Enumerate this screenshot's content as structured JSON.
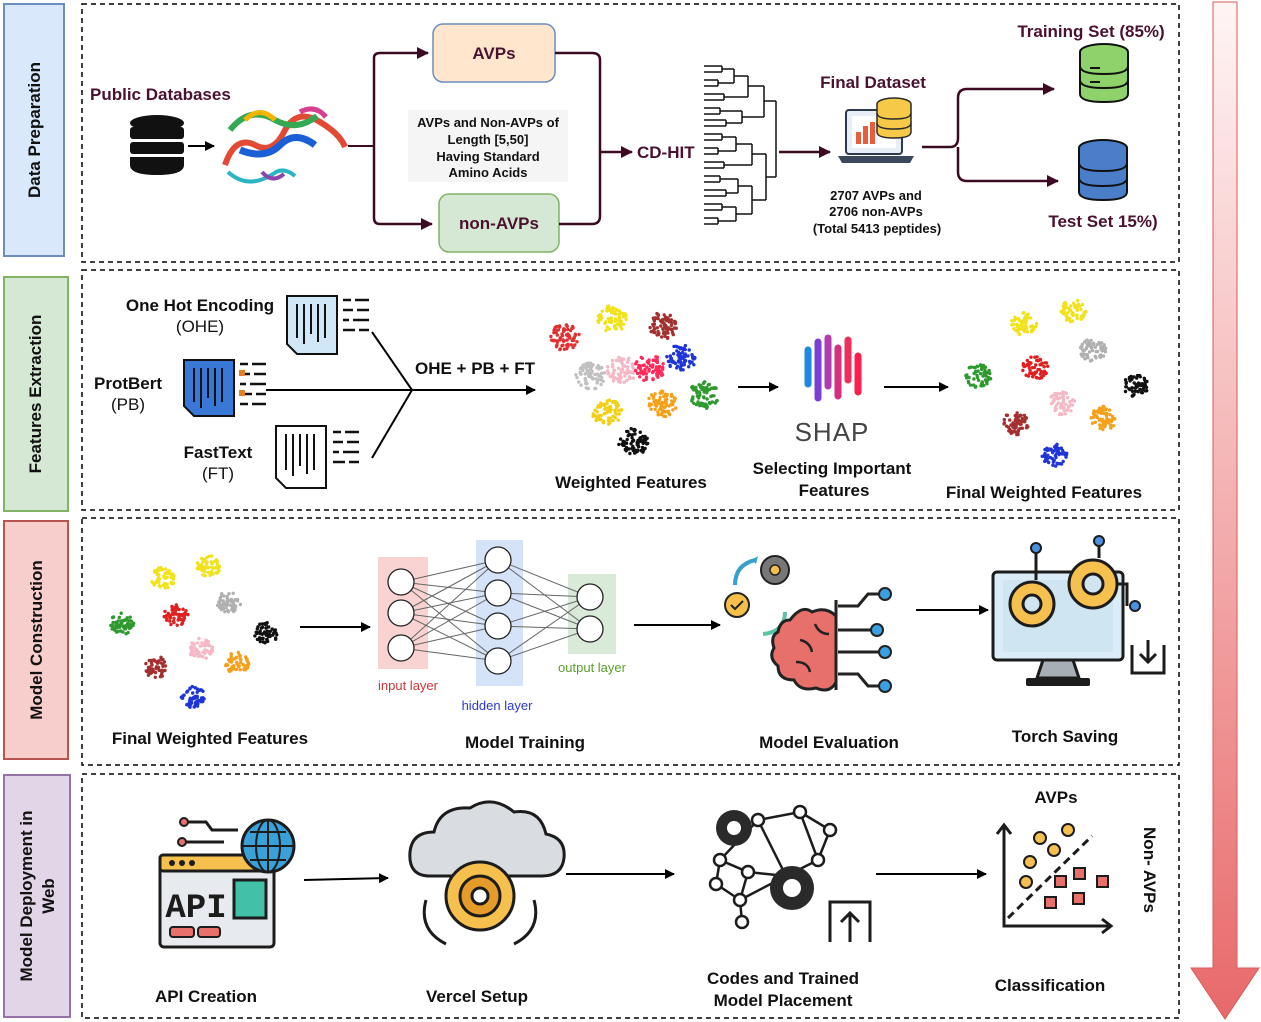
{
  "stages": {
    "data_preparation": "Data Preparation",
    "features_extraction": "Features Extraction",
    "model_construction": "Model Construction",
    "model_deployment_line1": "Model Deployment in",
    "model_deployment_line2": "Web"
  },
  "prep": {
    "public_databases": "Public Databases",
    "avps": "AVPs",
    "non_avps": "non-AVPs",
    "length_note_1": "AVPs and Non-AVPs of",
    "length_note_2": "Length [5,50]",
    "length_note_3": "Having Standard",
    "length_note_4": "Amino Acids",
    "cdhit": "CD-HIT",
    "final_dataset": "Final Dataset",
    "counts_1": "2707 AVPs and",
    "counts_2": "2706 non-AVPs",
    "counts_3": "(Total 5413 peptides)",
    "training_set": "Training Set (85%)",
    "test_set": "Test Set 15%)"
  },
  "features": {
    "ohe_1": "One Hot Encoding",
    "ohe_2": "(OHE)",
    "pb_1": "ProtBert",
    "pb_2": "(PB)",
    "ft_1": "FastText",
    "ft_2": "(FT)",
    "combo": "OHE + PB + FT",
    "weighted": "Weighted Features",
    "shap_logo": "SHAP",
    "selecting_1": "Selecting Important",
    "selecting_2": "Features",
    "final_weighted": "Final Weighted Features"
  },
  "construction": {
    "final_weighted": "Final Weighted Features",
    "input_layer": "input layer",
    "hidden_layer": "hidden layer",
    "output_layer": "output layer",
    "model_training": "Model Training",
    "model_evaluation": "Model Evaluation",
    "torch_saving": "Torch Saving"
  },
  "deployment": {
    "api_icon_text": "API",
    "api_creation": "API Creation",
    "vercel_setup": "Vercel Setup",
    "codes_1": "Codes and Trained",
    "codes_2": "Model Placement",
    "avps": "AVPs",
    "non_avps": "Non- AVPs",
    "classification": "Classification"
  },
  "colors": {
    "prep_tab": "#dae8fc",
    "prep_border": "#6c8ebf",
    "feat_tab": "#d5e8d4",
    "feat_border": "#82b366",
    "cons_tab": "#f8cecc",
    "cons_border": "#b85450",
    "dep_tab": "#e1d5e7",
    "dep_border": "#9673a6",
    "maroon_arrow": "#3d0a24",
    "avps_fill": "#ffe6cc",
    "non_avps_fill": "#d5e8d4"
  }
}
